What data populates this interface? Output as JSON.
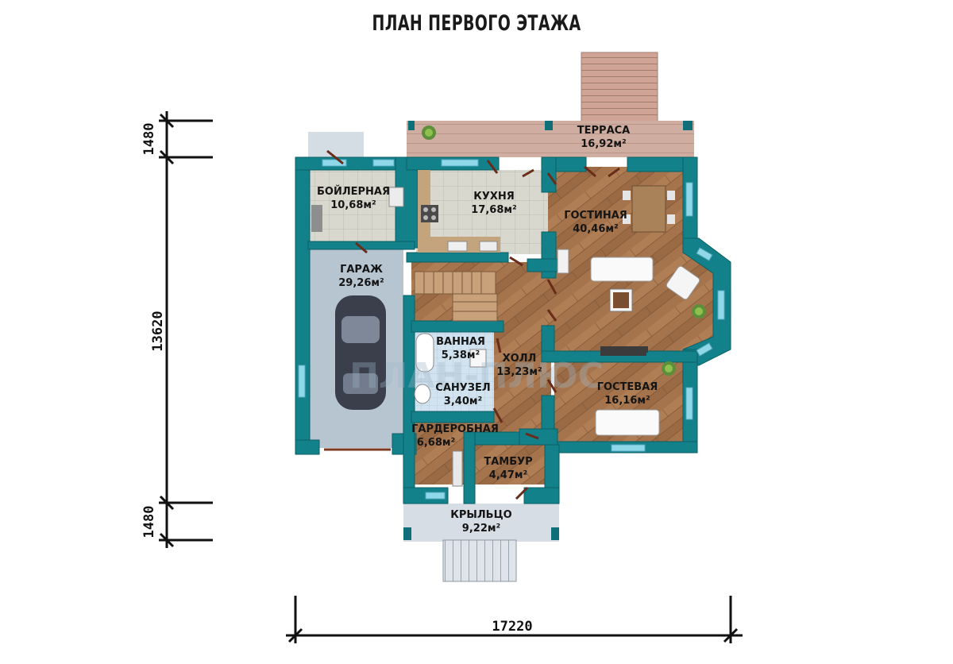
{
  "plan": {
    "title": "ПЛАН ПЕРВОГО ЭТАЖА",
    "watermark": "ПЛАН-ПЛЮС"
  },
  "rooms": {
    "terrace": {
      "name": "ТЕРРАСА",
      "area": "16,92м²"
    },
    "boiler": {
      "name": "БОЙЛЕРНАЯ",
      "area": "10,68м²"
    },
    "kitchen": {
      "name": "КУХНЯ",
      "area": "17,68м²"
    },
    "living": {
      "name": "ГОСТИНАЯ",
      "area": "40,46м²"
    },
    "garage": {
      "name": "ГАРАЖ",
      "area": "29,26м²"
    },
    "bathroom": {
      "name": "ВАННАЯ",
      "area": "5,38м²"
    },
    "hall": {
      "name": "ХОЛЛ",
      "area": "13,23м²"
    },
    "wc": {
      "name": "САНУЗЕЛ",
      "area": "3,40м²"
    },
    "guest": {
      "name": "ГОСТЕВАЯ",
      "area": "16,16м²"
    },
    "wardrobe": {
      "name": "ГАРДЕРОБНАЯ",
      "area": "6,68м²"
    },
    "vestibule": {
      "name": "ТАМБУР",
      "area": "4,47м²"
    },
    "porch": {
      "name": "КРЫЛЬЦО",
      "area": "9,22м²"
    }
  },
  "dimensions": {
    "top": "1480",
    "middle": "13620",
    "bottom": "1480",
    "width": "17220"
  },
  "colors": {
    "wall": "#13818a",
    "wall_dark": "#0b5f66",
    "wood": "#a5744c",
    "tile": "#d7d6cc",
    "garage_floor": "#b8c6d2",
    "porch_floor": "#d6dde4",
    "terrace_deck": "#ceaba0",
    "window": "#8fd8ea"
  }
}
